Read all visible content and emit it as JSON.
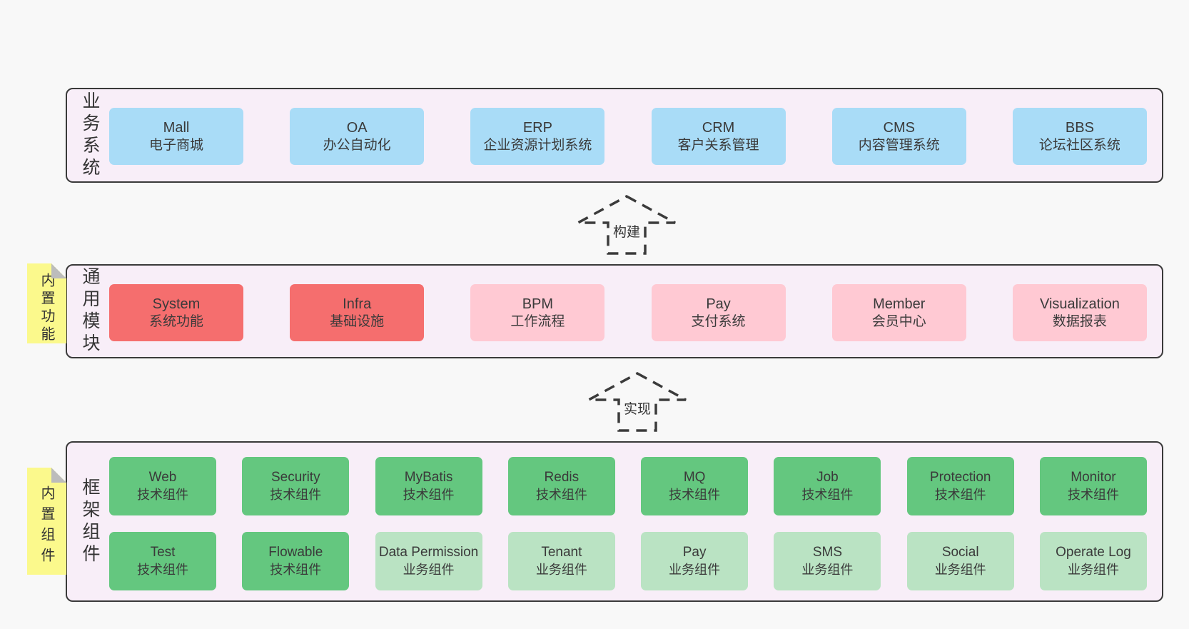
{
  "colors": {
    "page_bg": "#f8f8f8",
    "layer_bg": "#f8eef8",
    "layer_border": "#3a3a3a",
    "blue_box": "#a9dcf7",
    "red_box": "#f56e6e",
    "pink_box": "#ffc9d3",
    "green_box": "#64c77f",
    "green_light_box": "#bae3c3",
    "note_yellow": "#fbf98c",
    "note_fold_gray": "#bcbcbc",
    "text": "#353535"
  },
  "layers": [
    {
      "id": "business-systems",
      "label": "业务系统",
      "note": null,
      "rows": [
        [
          {
            "title": "Mall",
            "subtitle": "电子商城",
            "variant": "blue"
          },
          {
            "title": "OA",
            "subtitle": "办公自动化",
            "variant": "blue"
          },
          {
            "title": "ERP",
            "subtitle": "企业资源计划系统",
            "variant": "blue"
          },
          {
            "title": "CRM",
            "subtitle": "客户关系管理",
            "variant": "blue"
          },
          {
            "title": "CMS",
            "subtitle": "内容管理系统",
            "variant": "blue"
          },
          {
            "title": "BBS",
            "subtitle": "论坛社区系统",
            "variant": "blue"
          }
        ]
      ]
    },
    {
      "id": "common-modules",
      "label": "通用模块",
      "note": "内置功能",
      "rows": [
        [
          {
            "title": "System",
            "subtitle": "系统功能",
            "variant": "red"
          },
          {
            "title": "Infra",
            "subtitle": "基础设施",
            "variant": "red"
          },
          {
            "title": "BPM",
            "subtitle": "工作流程",
            "variant": "pink"
          },
          {
            "title": "Pay",
            "subtitle": "支付系统",
            "variant": "pink"
          },
          {
            "title": "Member",
            "subtitle": "会员中心",
            "variant": "pink"
          },
          {
            "title": "Visualization",
            "subtitle": "数据报表",
            "variant": "pink"
          }
        ]
      ]
    },
    {
      "id": "framework-components",
      "label": "框架组件",
      "note": "内置组件",
      "rows": [
        [
          {
            "title": "Web",
            "subtitle": "技术组件",
            "variant": "green"
          },
          {
            "title": "Security",
            "subtitle": "技术组件",
            "variant": "green"
          },
          {
            "title": "MyBatis",
            "subtitle": "技术组件",
            "variant": "green"
          },
          {
            "title": "Redis",
            "subtitle": "技术组件",
            "variant": "green"
          },
          {
            "title": "MQ",
            "subtitle": "技术组件",
            "variant": "green"
          },
          {
            "title": "Job",
            "subtitle": "技术组件",
            "variant": "green"
          },
          {
            "title": "Protection",
            "subtitle": "技术组件",
            "variant": "green"
          },
          {
            "title": "Monitor",
            "subtitle": "技术组件",
            "variant": "green"
          }
        ],
        [
          {
            "title": "Test",
            "subtitle": "技术组件",
            "variant": "green"
          },
          {
            "title": "Flowable",
            "subtitle": "技术组件",
            "variant": "green"
          },
          {
            "title": "Data Permission",
            "subtitle": "业务组件",
            "variant": "green-light"
          },
          {
            "title": "Tenant",
            "subtitle": "业务组件",
            "variant": "green-light"
          },
          {
            "title": "Pay",
            "subtitle": "业务组件",
            "variant": "green-light"
          },
          {
            "title": "SMS",
            "subtitle": "业务组件",
            "variant": "green-light"
          },
          {
            "title": "Social",
            "subtitle": "业务组件",
            "variant": "green-light"
          },
          {
            "title": "Operate Log",
            "subtitle": "业务组件",
            "variant": "green-light"
          }
        ]
      ]
    }
  ],
  "arrows": [
    {
      "label": "构建"
    },
    {
      "label": "实现"
    }
  ]
}
